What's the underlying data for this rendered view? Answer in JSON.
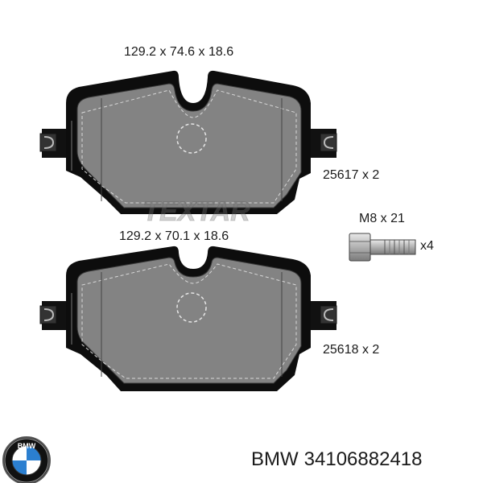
{
  "top_pad": {
    "dimensions": "129.2 x 74.6 x 18.6",
    "part": "25617 x 2"
  },
  "bottom_pad": {
    "dimensions": "129.2 x 70.1 x 18.6",
    "part": "25618 x 2"
  },
  "bolt": {
    "size": "M8 x 21",
    "count": "x4"
  },
  "watermark": "TEXTAR",
  "footer": {
    "brand": "BMW",
    "part_number": "34106882418"
  },
  "logo": {
    "text": "BMW",
    "icon": "bmw-roundel-icon"
  },
  "colors": {
    "pad_fill": "#828282",
    "outline": "#111111",
    "roundel_blue": "#2b7fd0"
  }
}
